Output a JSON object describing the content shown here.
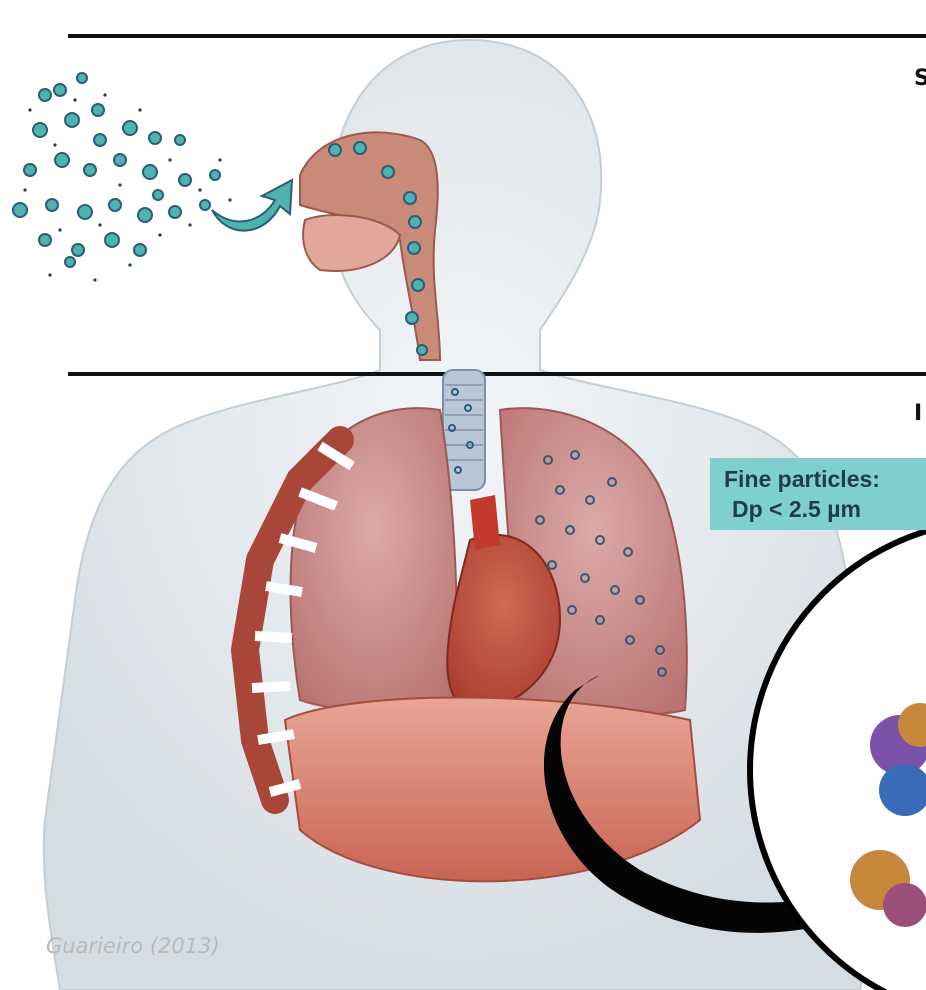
{
  "diagram": {
    "fine_particles": {
      "line1": "Fine particles:",
      "line2": "Dp < 2.5 µm"
    },
    "cut_label_top": "S",
    "cut_label_mid": "I",
    "credit": "Guarieiro (2013)",
    "colors": {
      "particle": "#4fb3ad",
      "particle_outline": "#2b5d7a",
      "lung": "#c98f8f",
      "rib": "#a8463a",
      "diaphragm": "#d98575",
      "body": "#dfe6ea",
      "label_bg": "#7fcfcf"
    },
    "icons": [
      "curved-arrow-icon",
      "black-curved-arrow-icon"
    ]
  }
}
